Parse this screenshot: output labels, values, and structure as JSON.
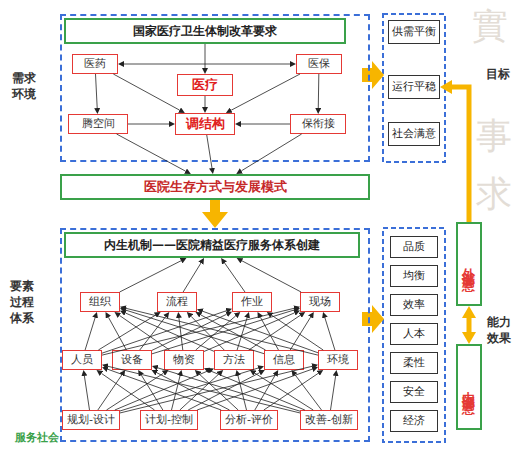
{
  "diagram": {
    "nodes": [
      {
        "text": [
          "需求 环境"
        ]
      },
      {
        "text": [
          "国家医疗卫生体制改革要求"
        ],
        "in": 0
      },
      {
        "text": [
          "医药"
        ],
        "in": 0
      },
      {
        "text": [
          "医疗"
        ],
        "in": 0
      },
      {
        "text": [
          "医保"
        ],
        "in": 0
      },
      {
        "text": [
          "腾空间"
        ],
        "in": 0
      },
      {
        "text": [
          "调结构"
        ],
        "in": 0
      },
      {
        "text": [
          "保衔接"
        ],
        "in": 0
      },
      {
        "text": [
          "医院生存方式与发展模式"
        ]
      },
      {
        "text": [
          "要素 过程 体系"
        ]
      },
      {
        "text": [
          "内生机制——医院精益医疗服务体系创建"
        ],
        "in": 9
      },
      {
        "text": [
          "组织"
        ],
        "in": 9
      },
      {
        "text": [
          "流程"
        ],
        "in": 9
      },
      {
        "text": [
          "作业"
        ],
        "in": 9
      },
      {
        "text": [
          "现场"
        ],
        "in": 9
      },
      {
        "text": [
          "人员"
        ],
        "in": 9
      },
      {
        "text": [
          "设备"
        ],
        "in": 9
      },
      {
        "text": [
          "物资"
        ],
        "in": 9
      },
      {
        "text": [
          "方法"
        ],
        "in": 9
      },
      {
        "text": [
          "信息"
        ],
        "in": 9
      },
      {
        "text": [
          "环境"
        ],
        "in": 9
      },
      {
        "text": [
          "规划-设计"
        ],
        "in": 9
      },
      {
        "text": [
          "计划-控制"
        ],
        "in": 9
      },
      {
        "text": [
          "分析-评价"
        ],
        "in": 9
      },
      {
        "text": [
          "改善-创新"
        ],
        "in": 9
      },
      {
        "text": [
          "供需平衡"
        ]
      },
      {
        "text": [
          "运行平稳"
        ]
      },
      {
        "text": [
          "社会满意"
        ]
      },
      {
        "text": [
          "品质"
        ]
      },
      {
        "text": [
          "均衡"
        ]
      },
      {
        "text": [
          "效率"
        ]
      },
      {
        "text": [
          "人本"
        ]
      },
      {
        "text": [
          "柔性"
        ]
      },
      {
        "text": [
          "安全"
        ]
      },
      {
        "text": [
          "经济"
        ]
      },
      {
        "text": [
          "外部满意"
        ]
      },
      {
        "text": [
          "内部满意"
        ]
      }
    ],
    "edges": [
      {
        "from": 1,
        "to": 3,
        "arrow": "to"
      },
      {
        "from": 2,
        "to": 4,
        "arrow": "both"
      },
      {
        "from": 2,
        "to": 5,
        "arrow": "to"
      },
      {
        "from": 4,
        "to": 7,
        "arrow": "to"
      },
      {
        "from": 3,
        "to": 6,
        "arrow": "to"
      },
      {
        "from": 2,
        "to": 6,
        "arrow": "to"
      },
      {
        "from": 4,
        "to": 6,
        "arrow": "to"
      },
      {
        "from": 5,
        "to": 6,
        "arrow": "to"
      },
      {
        "from": 7,
        "to": 6,
        "arrow": "to"
      },
      {
        "from": 5,
        "to": 8,
        "arrow": "to"
      },
      {
        "from": 6,
        "to": 8,
        "arrow": "to"
      },
      {
        "from": 7,
        "to": 8,
        "arrow": "to"
      },
      {
        "from": 8,
        "to": 9,
        "arrow": "to"
      },
      {
        "from": 11,
        "to": 10,
        "arrow": "to"
      },
      {
        "from": 12,
        "to": 10,
        "arrow": "to"
      },
      {
        "from": 13,
        "to": 10,
        "arrow": "to"
      },
      {
        "from": 14,
        "to": 10,
        "arrow": "to"
      },
      {
        "from": 15,
        "to": 11,
        "arrow": "to"
      },
      {
        "from": 15,
        "to": 12,
        "arrow": "to"
      },
      {
        "from": 15,
        "to": 13,
        "arrow": "to"
      },
      {
        "from": 15,
        "to": 14,
        "arrow": "to"
      },
      {
        "from": 16,
        "to": 11,
        "arrow": "to"
      },
      {
        "from": 16,
        "to": 12,
        "arrow": "to"
      },
      {
        "from": 16,
        "to": 13,
        "arrow": "to"
      },
      {
        "from": 16,
        "to": 14,
        "arrow": "to"
      },
      {
        "from": 17,
        "to": 11,
        "arrow": "to"
      },
      {
        "from": 17,
        "to": 12,
        "arrow": "to"
      },
      {
        "from": 17,
        "to": 13,
        "arrow": "to"
      },
      {
        "from": 17,
        "to": 14,
        "arrow": "to"
      },
      {
        "from": 18,
        "to": 11,
        "arrow": "to"
      },
      {
        "from": 18,
        "to": 12,
        "arrow": "to"
      },
      {
        "from": 18,
        "to": 13,
        "arrow": "to"
      },
      {
        "from": 18,
        "to": 14,
        "arrow": "to"
      },
      {
        "from": 19,
        "to": 11,
        "arrow": "to"
      },
      {
        "from": 19,
        "to": 12,
        "arrow": "to"
      },
      {
        "from": 19,
        "to": 13,
        "arrow": "to"
      },
      {
        "from": 19,
        "to": 14,
        "arrow": "to"
      },
      {
        "from": 20,
        "to": 11,
        "arrow": "to"
      },
      {
        "from": 20,
        "to": 12,
        "arrow": "to"
      },
      {
        "from": 20,
        "to": 13,
        "arrow": "to"
      },
      {
        "from": 20,
        "to": 14,
        "arrow": "to"
      },
      {
        "from": 21,
        "to": 15,
        "arrow": "to"
      },
      {
        "from": 21,
        "to": 16,
        "arrow": "to"
      },
      {
        "from": 21,
        "to": 17,
        "arrow": "to"
      },
      {
        "from": 21,
        "to": 18,
        "arrow": "to"
      },
      {
        "from": 21,
        "to": 19,
        "arrow": "to"
      },
      {
        "from": 21,
        "to": 20,
        "arrow": "to"
      },
      {
        "from": 22,
        "to": 15,
        "arrow": "to"
      },
      {
        "from": 22,
        "to": 16,
        "arrow": "to"
      },
      {
        "from": 22,
        "to": 17,
        "arrow": "to"
      },
      {
        "from": 22,
        "to": 18,
        "arrow": "to"
      },
      {
        "from": 22,
        "to": 19,
        "arrow": "to"
      },
      {
        "from": 22,
        "to": 20,
        "arrow": "to"
      },
      {
        "from": 23,
        "to": 15,
        "arrow": "to"
      },
      {
        "from": 23,
        "to": 16,
        "arrow": "to"
      },
      {
        "from": 23,
        "to": 17,
        "arrow": "to"
      },
      {
        "from": 23,
        "to": 18,
        "arrow": "to"
      },
      {
        "from": 23,
        "to": 19,
        "arrow": "to"
      },
      {
        "from": 23,
        "to": 20,
        "arrow": "to"
      },
      {
        "from": 24,
        "to": 15,
        "arrow": "to"
      },
      {
        "from": 24,
        "to": 16,
        "arrow": "to"
      },
      {
        "from": 24,
        "to": 17,
        "arrow": "to"
      },
      {
        "from": 24,
        "to": 18,
        "arrow": "to"
      },
      {
        "from": 24,
        "to": 19,
        "arrow": "to"
      },
      {
        "from": 24,
        "to": 20,
        "arrow": "to"
      },
      {
        "from": 35,
        "to": 36,
        "arrow": "both"
      },
      {
        "from": 35,
        "to": 26,
        "arrow": "to"
      }
    ],
    "labels": [
      "目标",
      "能力 效果",
      "服务社会",
      "實",
      "事",
      "求"
    ]
  }
}
